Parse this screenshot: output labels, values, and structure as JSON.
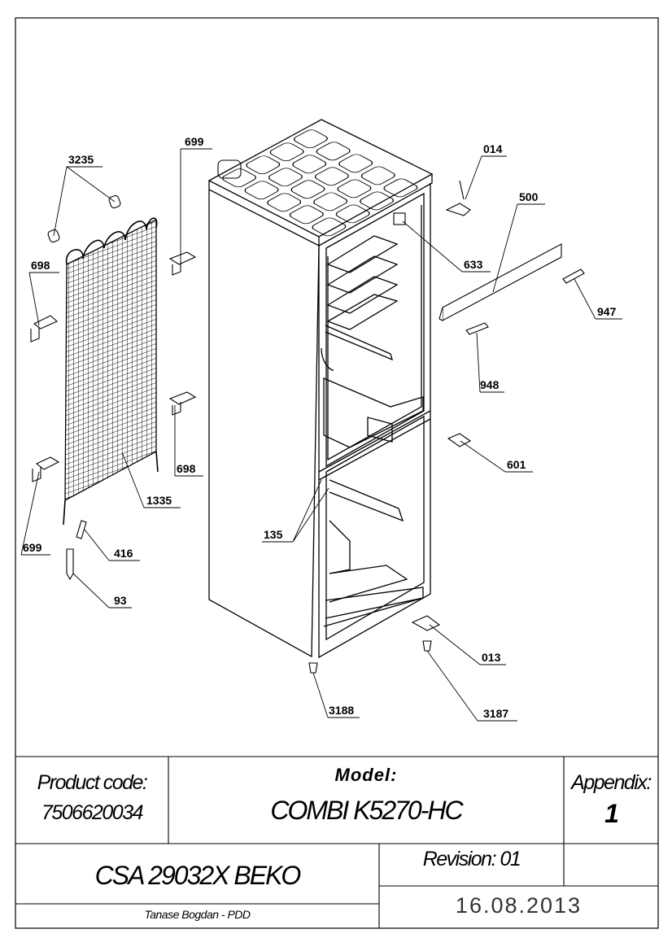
{
  "callouts": {
    "c3235": "3235",
    "c699a": "699",
    "c698a": "698",
    "c698b": "698",
    "c699b": "699",
    "c1335": "1335",
    "c416": "416",
    "c93": "93",
    "c014": "014",
    "c500": "500",
    "c633": "633",
    "c947": "947",
    "c948": "948",
    "c601": "601",
    "c135": "135",
    "c013": "013",
    "c3188": "3188",
    "c3187": "3187"
  },
  "title_block": {
    "product_code_label": "Product code:",
    "product_code_value": "7506620034",
    "model_label": "Model:",
    "model_value": "COMBI K5270-HC",
    "appendix_label": "Appendix:",
    "appendix_value": "1",
    "csa": "CSA 29032X BEKO",
    "revision": "Revision: 01",
    "author": "Tanase Bogdan - PDD",
    "date": "16.08.2013"
  }
}
